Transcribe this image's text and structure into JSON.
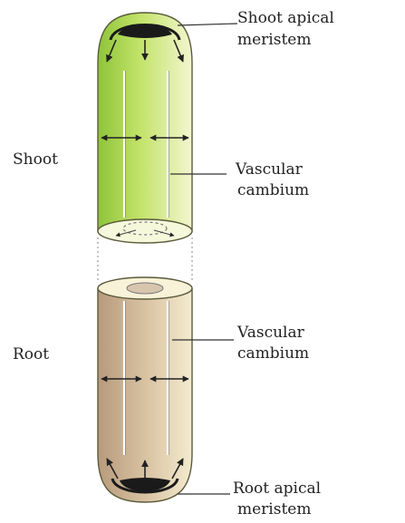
{
  "labels": {
    "shoot_apical_line1": "Shoot apical",
    "shoot_apical_line2": "meristem",
    "shoot": "Shoot",
    "vascular_cambium_shoot_line1": "Vascular",
    "vascular_cambium_shoot_line2": "cambium",
    "root": "Root",
    "vascular_cambium_root_line1": "Vascular",
    "vascular_cambium_root_line2": "cambium",
    "root_apical_line1": "Root apical",
    "root_apical_line2": "meristem"
  },
  "colors": {
    "shoot_fill": "#b9dc4a",
    "shoot_light": "#f1f6cc",
    "root_fill": "#c9a98a",
    "root_light": "#efe4c6",
    "meristem": "#1a1a1a",
    "outline": "#4a4a3a"
  }
}
